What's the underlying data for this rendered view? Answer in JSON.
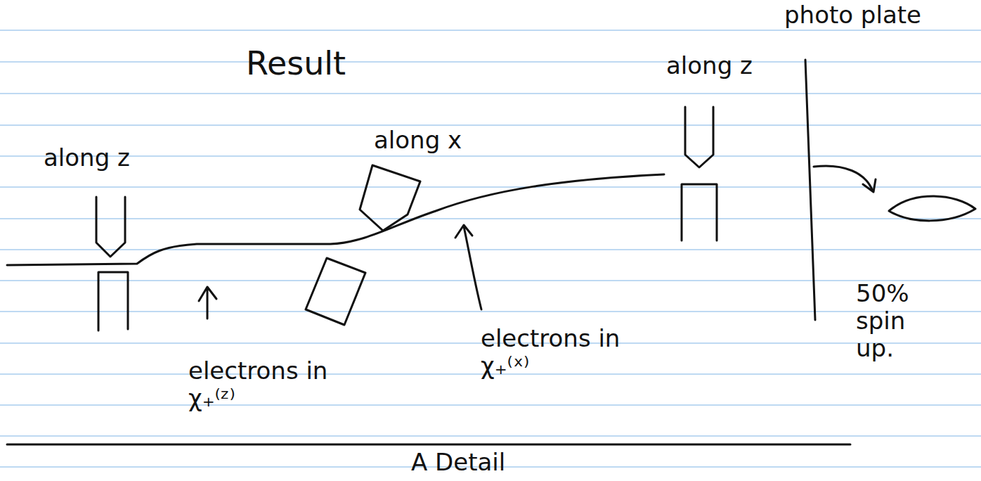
{
  "diagram": {
    "title": "Result",
    "labels": [
      "along z",
      "along x",
      "along z",
      "photo plate",
      "electrons in χ₊⁽ᶻ⁾",
      "electrons in χ₊⁽ˣ⁾",
      "50% spin up.",
      "A Detail"
    ]
  }
}
